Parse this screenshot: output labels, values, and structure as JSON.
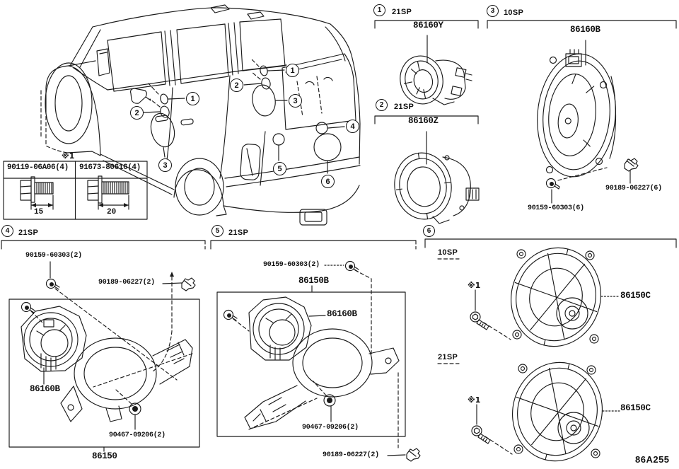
{
  "page_code": "86A255",
  "badges": {
    "n1": "1",
    "n2": "2",
    "n3": "3",
    "n4": "4",
    "n5": "5",
    "n6": "6"
  },
  "bolt_table": {
    "note": "※1",
    "cells": [
      {
        "part": "90119-06A06(4)",
        "length": "15"
      },
      {
        "part": "91673-80616(4)",
        "length": "20"
      }
    ]
  },
  "sections": {
    "s1": {
      "sp": "21SP",
      "part": "86160Y"
    },
    "s2": {
      "sp": "21SP",
      "part": "86160Z"
    },
    "s3": {
      "sp": "10SP",
      "part": "86160B",
      "screw": "90159-60303(6)",
      "clip": "90189-06227(6)"
    },
    "s4": {
      "sp": "21SP",
      "screw": "90159-60303(2)",
      "clip": "90189-06227(2)",
      "speaker": "86160B",
      "grommet": "90467-09206(2)",
      "assembly": "86150"
    },
    "s5": {
      "sp": "21SP",
      "screw": "90159-60303(2)",
      "assembly": "86150B",
      "speaker": "86160B",
      "grommet": "90467-09206(2)",
      "clip": "90189-06227(2)"
    },
    "s6": {
      "sp_top": "10SP",
      "note_top": "※1",
      "part_top": "86150C",
      "sp_bottom": "21SP",
      "note_bottom": "※1",
      "part_bottom": "86150C"
    }
  }
}
